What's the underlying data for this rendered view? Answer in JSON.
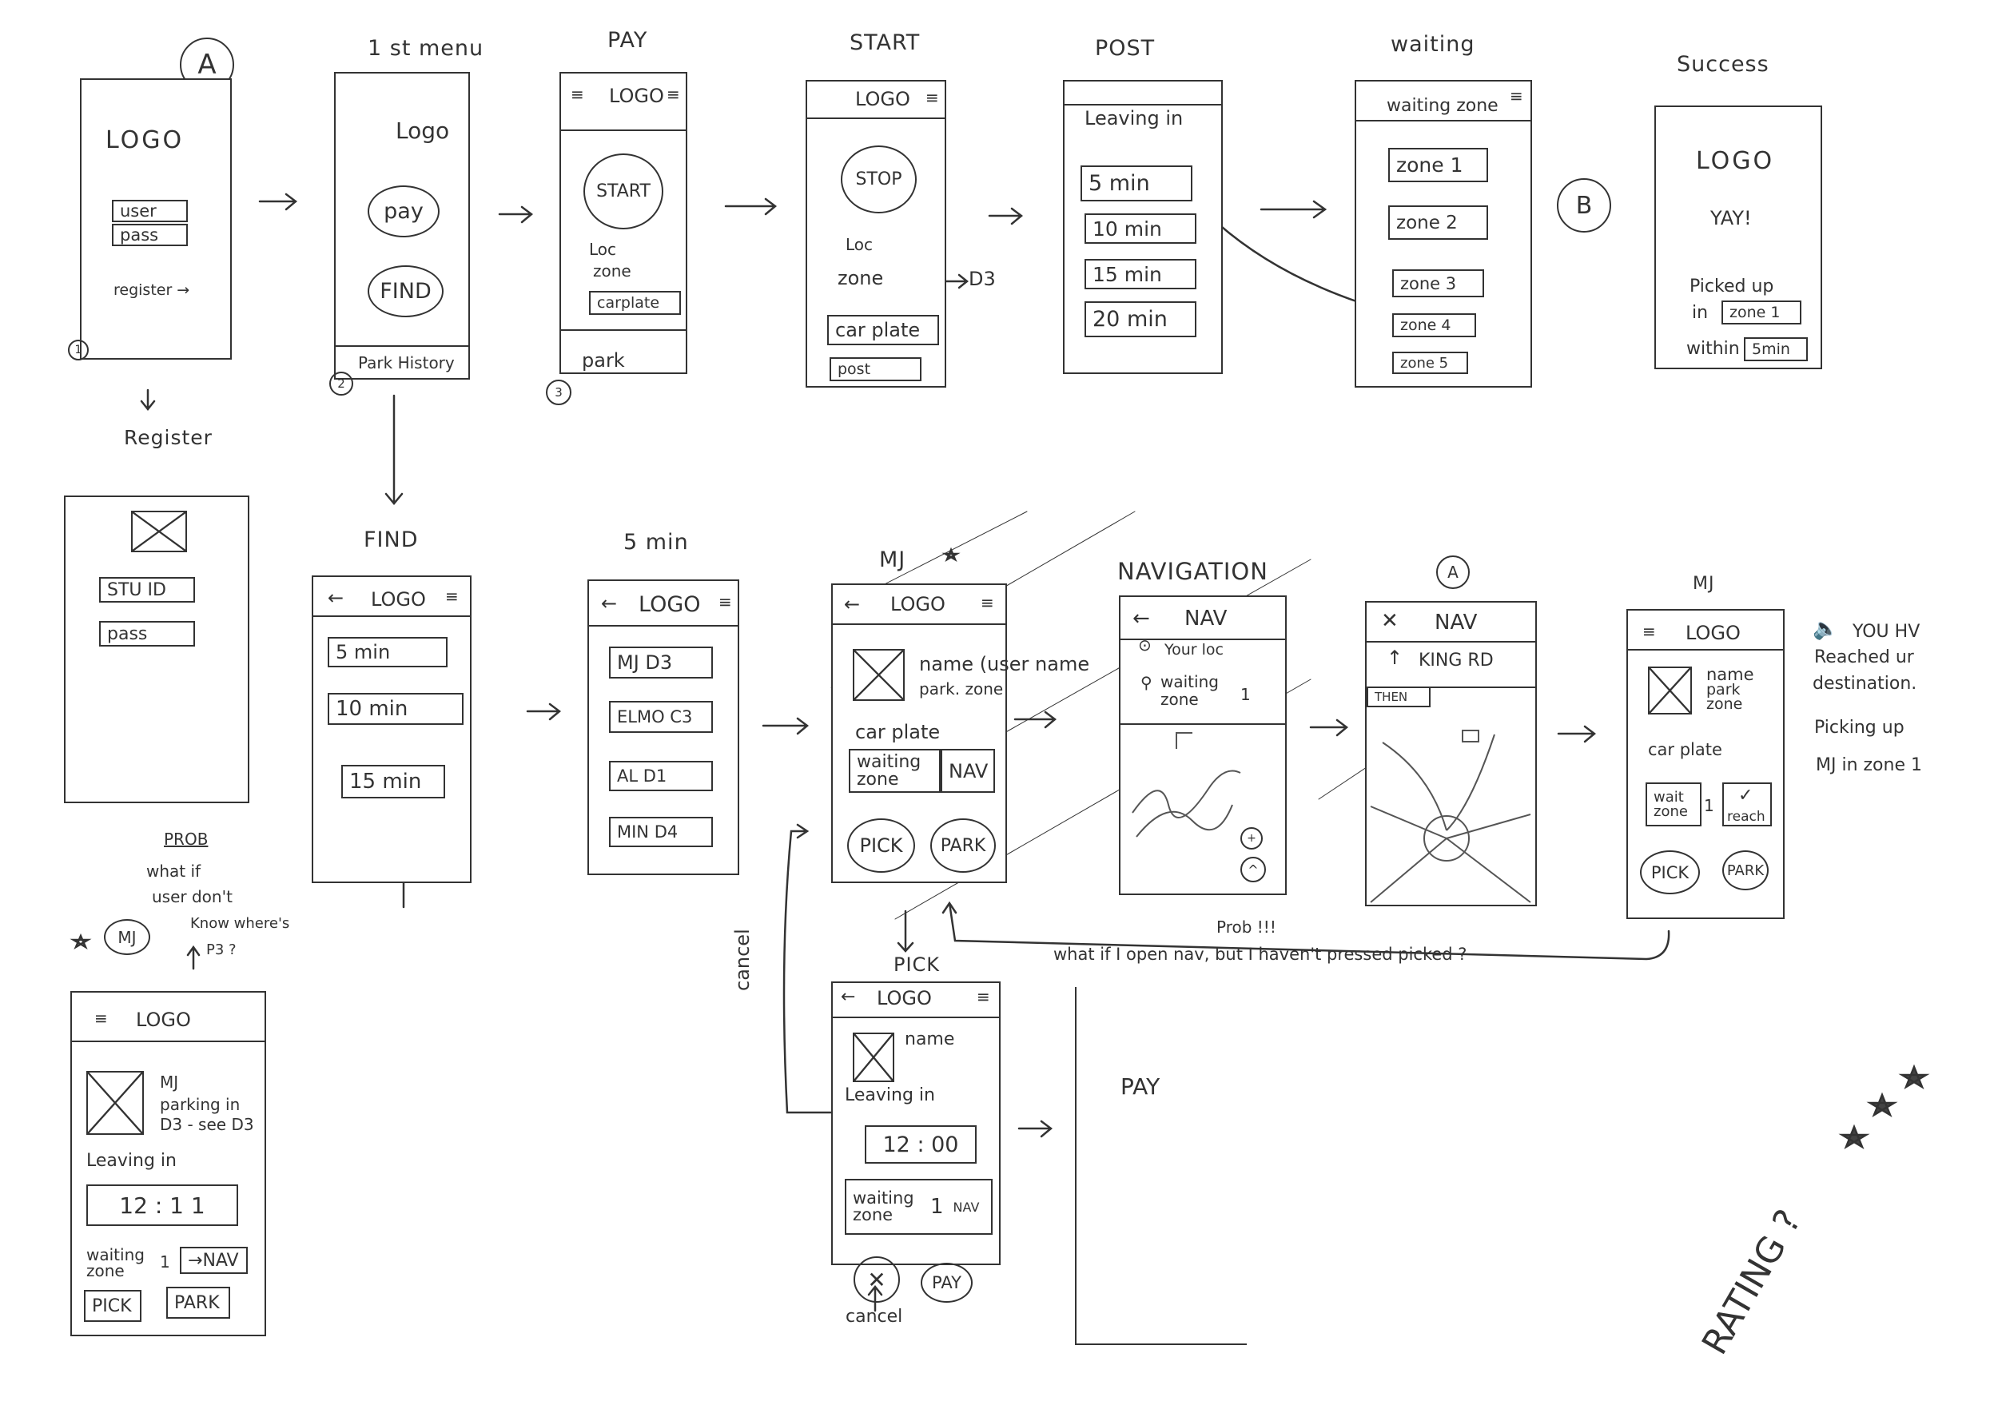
{
  "screens": {
    "login": {
      "tag": "A",
      "logo": "LOGO",
      "user": "user",
      "pass": "pass",
      "register": "register →",
      "num": "1"
    },
    "first_menu": {
      "title": "1 st menu",
      "logo": "Logo",
      "pay": "pay",
      "find": "FIND",
      "history": "Park History",
      "num": "2"
    },
    "pay": {
      "title": "PAY",
      "logo": "LOGO",
      "start": "START",
      "loc": "Loc",
      "zone": "zone",
      "carplate": "carplate",
      "park": "park",
      "num": "3"
    },
    "start": {
      "title": "START",
      "logo": "LOGO",
      "stop": "STOP",
      "loc": "Loc",
      "zone": "zone",
      "zone_val": "D3",
      "car_plate": "car plate",
      "post": "post"
    },
    "post": {
      "title": "POST",
      "leaving": "Leaving in",
      "options": [
        "5 min",
        "10 min",
        "15 min",
        "20 min"
      ]
    },
    "waiting": {
      "title": "waiting",
      "header": "waiting zone",
      "zones": [
        "zone 1",
        "zone 2",
        "zone 3",
        "zone 4",
        "zone 5"
      ]
    },
    "b_tag": "B",
    "success": {
      "title": "Success",
      "logo": "LOGO",
      "yay": "YAY!",
      "picked": "Picked up",
      "in": "in",
      "zone": "zone 1",
      "within": "within",
      "time": "5min"
    },
    "register": {
      "title": "Register",
      "id": "STU ID",
      "pass": "pass"
    },
    "find": {
      "title": "FIND",
      "logo": "LOGO",
      "options": [
        "5 min",
        "10 min",
        "15 min"
      ]
    },
    "five_min": {
      "title": "5 min",
      "logo": "LOGO",
      "items": [
        "MJ D3",
        "ELMO C3",
        "AL D1",
        "MIN D4"
      ]
    },
    "mj": {
      "title": "MJ",
      "logo": "LOGO",
      "name": "name (user name",
      "park": "park. zone",
      "car": "car plate",
      "waiting": "waiting zone",
      "nav": "NAV",
      "pick": "PICK",
      "park_btn": "PARK"
    },
    "navigation": {
      "title": "NAVIGATION",
      "nav": "NAV",
      "your_loc": "Your loc",
      "waiting": "waiting zone",
      "waiting_num": "1"
    },
    "nav2": {
      "tag": "A",
      "nav": "NAV",
      "road": "KING RD",
      "then": "THEN"
    },
    "mj2": {
      "title": "MJ",
      "logo": "LOGO",
      "name": "name",
      "park": "park",
      "zone": "zone",
      "car": "car plate",
      "wait": "wait zone",
      "wait_num": "1",
      "reach": "reach",
      "pick": "PICK",
      "park_btn": "PARK"
    },
    "reached_note": [
      "YOU HV",
      "Reached ur",
      "destination.",
      "Picking up",
      "MJ in zone 1"
    ],
    "prob1": {
      "heading": "PROB",
      "lines": [
        "what if",
        "user don't",
        "Know where's",
        "P3 ?"
      ],
      "mj": "MJ"
    },
    "mj3": {
      "logo": "LOGO",
      "lines": [
        "MJ",
        "parking in",
        "D3 - see D3"
      ],
      "leaving": "Leaving in",
      "time": "12 : 1 1",
      "waiting": "waiting zone",
      "waiting_num": "1",
      "nav": "NAV",
      "pick": "PICK",
      "park": "PARK"
    },
    "pick": {
      "title": "PICK",
      "logo": "LOGO",
      "name": "name",
      "leaving": "Leaving in",
      "time": "12 : 00",
      "waiting": "waiting zone",
      "waiting_num": "1",
      "nav": "NAV",
      "pay": "PAY",
      "cancel": "cancel"
    },
    "cancel_side": "cancel",
    "pay2": {
      "title": "PAY"
    },
    "prob2": {
      "heading": "Prob !!!",
      "text": "what if I open nav, but I haven't pressed picked ?"
    },
    "rating": "RATING ?"
  }
}
